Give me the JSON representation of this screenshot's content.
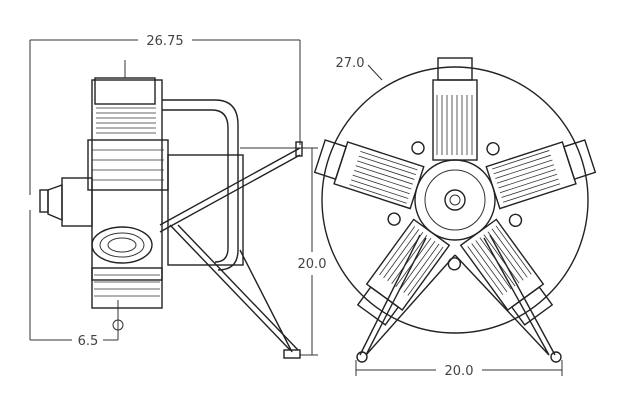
{
  "drawing": {
    "side_view": {
      "overall_length_label": "26.75",
      "height_label": "20.0",
      "prop_offset_label": "6.5"
    },
    "front_view": {
      "diameter_label": "27.0",
      "mount_width_label": "20.0",
      "cylinder_count": 5
    }
  }
}
